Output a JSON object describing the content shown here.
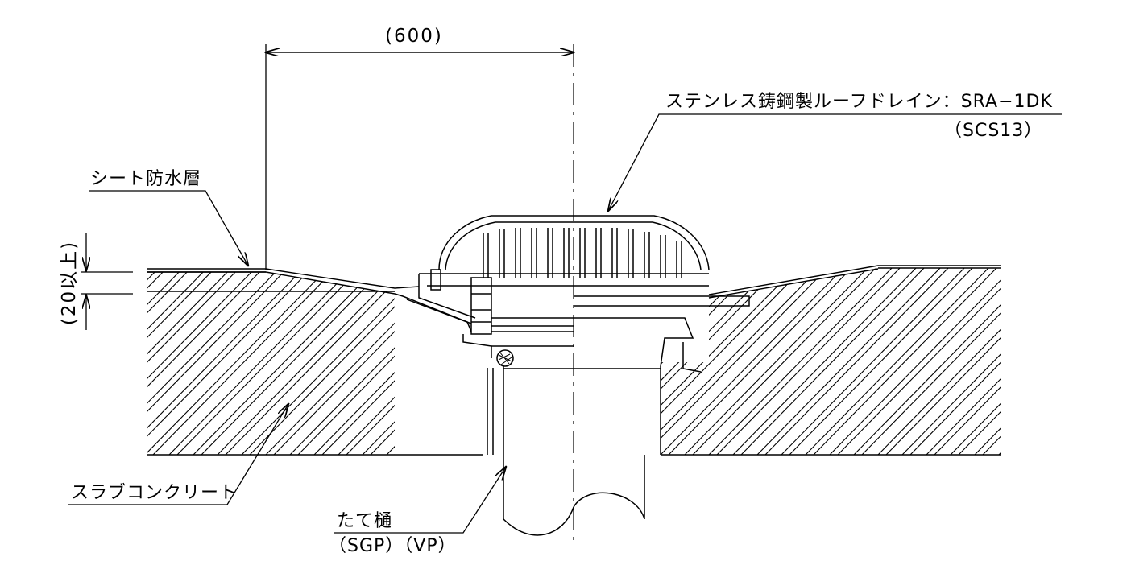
{
  "labels": {
    "dim_width": "(600)",
    "dim_height": "(20以上)",
    "drain_name": "ステンレス鋳鋼製ルーフドレイン：SRA−1DK",
    "drain_material": "（SCS13）",
    "sheet": "シート防水層",
    "slab": "スラブコンクリート",
    "pipe_name": "たて樋",
    "pipe_material": "（SGP）（VP）"
  },
  "colors": {
    "line": "#000000",
    "background": "#ffffff"
  }
}
